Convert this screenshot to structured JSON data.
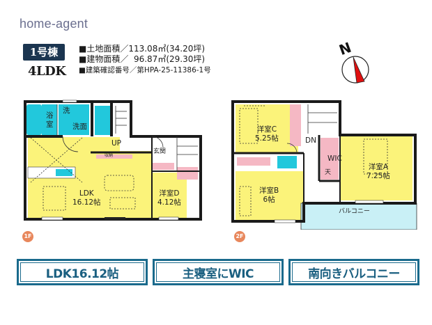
{
  "header": {
    "brand": "home-agent",
    "building_badge": "1号棟",
    "layout_type": "4LDK",
    "specs": [
      "■土地面積／113.08㎡(34.20坪)",
      "■建物面積／  96.87㎡(29.30坪)",
      "■建築確認番号／第HPA-25-11386-1号"
    ],
    "compass_label": "N"
  },
  "floor1": {
    "badge": "1F",
    "rooms": {
      "bath": "浴\n室",
      "washroom_sink": "洗",
      "washroom": "洗面",
      "entrance": "玄関",
      "stairs_up": "UP",
      "storage": "収納",
      "ldk": "LDK\n16.12帖",
      "room_d": "洋室D\n4.12帖"
    }
  },
  "floor2": {
    "badge": "2F",
    "rooms": {
      "room_c": "洋室C\n5.25帖",
      "stairs_down": "DN",
      "wic": "WIC",
      "room_b": "洋室B\n6帖",
      "room_a": "洋室A\n7.25帖",
      "balcony": "バルコニー",
      "closet_mark": "天"
    }
  },
  "features": [
    "LDK16.12帖",
    "主寝室にWIC",
    "南向きバルコニー"
  ],
  "colors": {
    "room_yellow": "#fbf37a",
    "wet_cyan": "#22c8dc",
    "storage_pink": "#f5b8c4",
    "balcony_blue": "#c9f0f6",
    "wall": "#1a1a1a",
    "feature_blue": "#1a6a8c",
    "floor_badge": "#e8875c",
    "compass_red": "#e01010"
  }
}
